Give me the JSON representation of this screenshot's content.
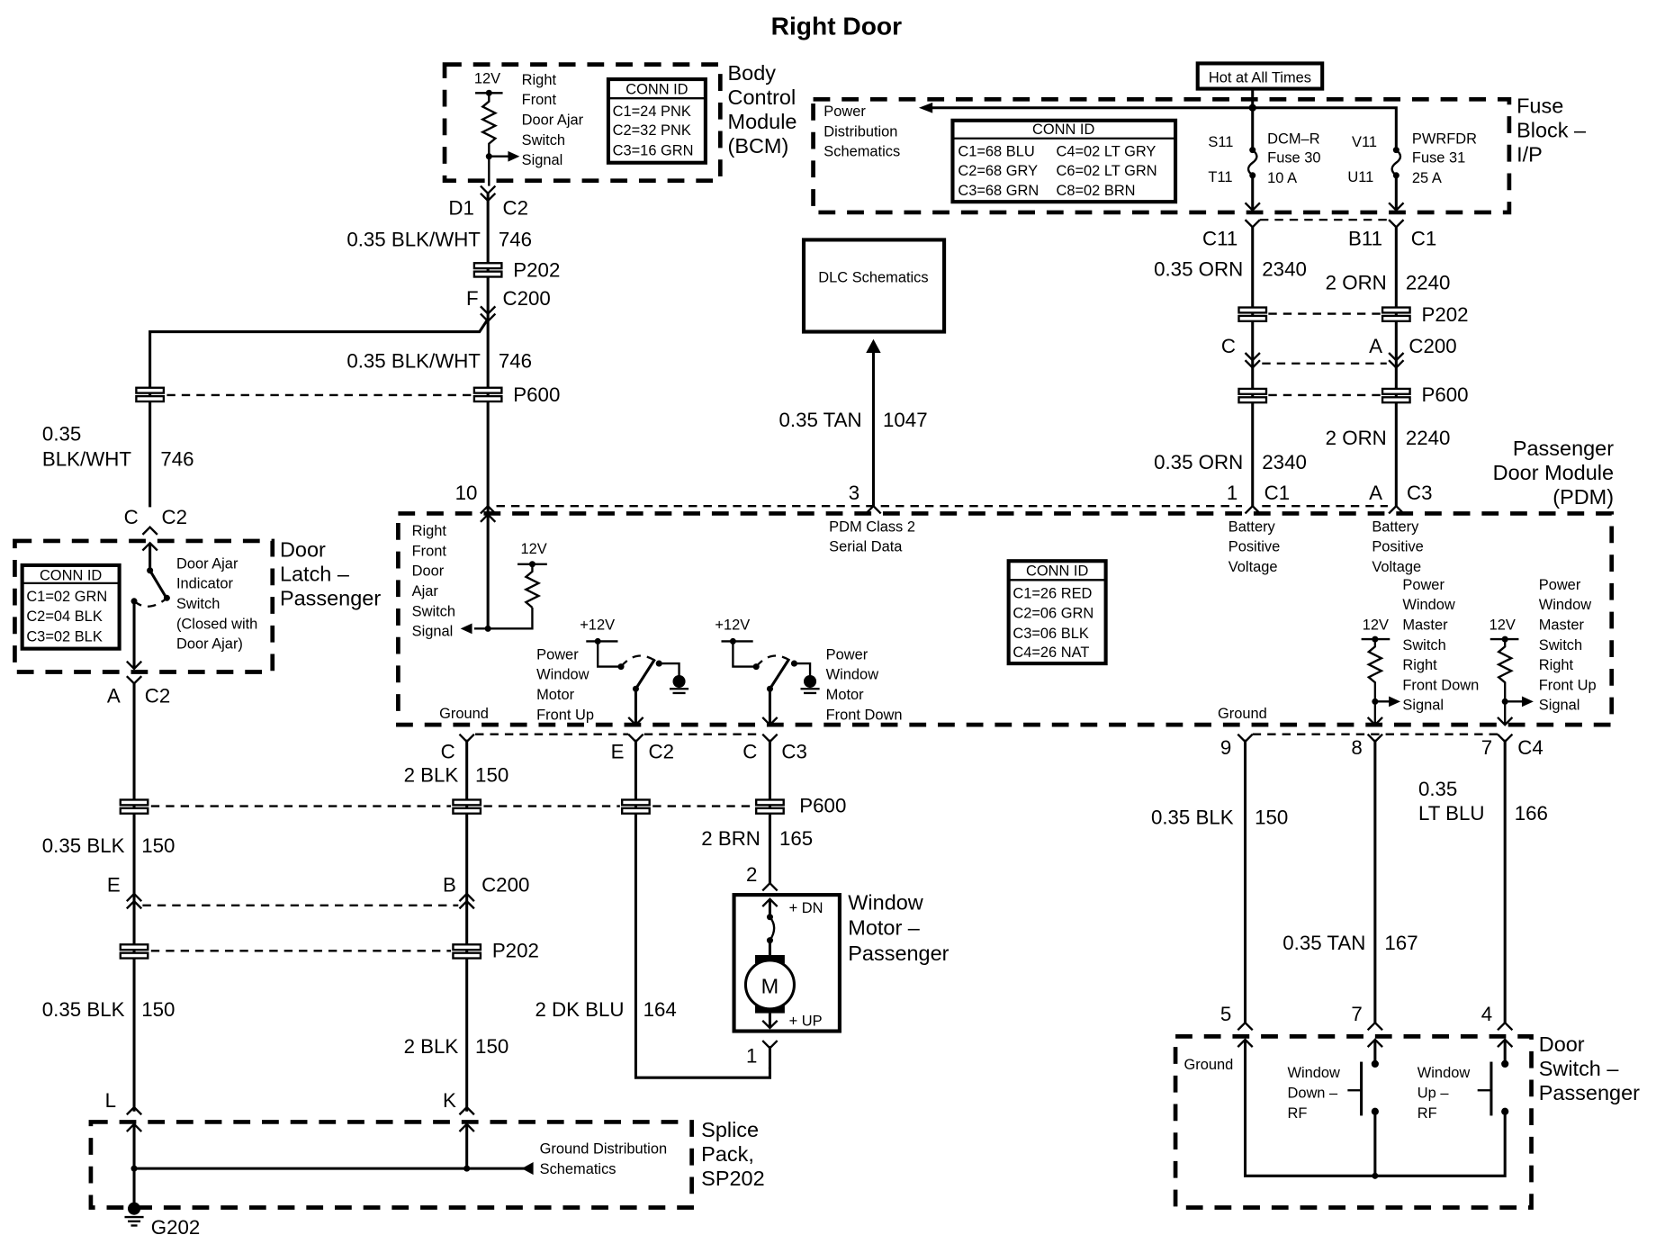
{
  "title": "Right Door",
  "components": {
    "bcm": {
      "label_lines": [
        "Body",
        "Control",
        "Module",
        "(BCM)"
      ],
      "supply": "12V",
      "signal_lines": [
        "Right",
        "Front",
        "Door Ajar",
        "Switch",
        "Signal"
      ],
      "conn_id": {
        "header": "CONN ID",
        "rows": [
          "C1=24 PNK",
          "C2=32 PNK",
          "C3=16 GRN"
        ]
      }
    },
    "fuse_block": {
      "label_lines": [
        "Fuse",
        "Block –",
        "I/P"
      ],
      "hot_label": "Hot at All Times",
      "power_dist_lines": [
        "Power",
        "Distribution",
        "Schematics"
      ],
      "conn_id": {
        "header": "CONN ID",
        "rows_left": [
          "C1=68 BLU",
          "C2=68 GRY",
          "C3=68 GRN"
        ],
        "rows_right": [
          "C4=02 LT GRY",
          "C6=02 LT GRN",
          "C8=02 BRN"
        ]
      },
      "fuse1": {
        "pin_in": "S11",
        "pin_out": "T11",
        "lines": [
          "DCM–R",
          "Fuse 30",
          "10 A"
        ]
      },
      "fuse2": {
        "pin_in": "V11",
        "pin_out": "U11",
        "lines": [
          "PWRFDR",
          "Fuse 31",
          "25 A"
        ]
      }
    },
    "dlc": {
      "label": "DLC Schematics"
    },
    "door_latch": {
      "label_lines": [
        "Door",
        "Latch –",
        "Passenger"
      ],
      "switch_lines": [
        "Door Ajar",
        "Indicator",
        "Switch",
        "(Closed with",
        "Door Ajar)"
      ],
      "conn_id": {
        "header": "CONN ID",
        "rows": [
          "C1=02 GRN",
          "C2=04 BLK",
          "C3=02 BLK"
        ]
      }
    },
    "pdm": {
      "label_lines": [
        "Passenger",
        "Door Module",
        "(PDM)"
      ],
      "door_ajar_lines": [
        "Right",
        "Front",
        "Door",
        "Ajar",
        "Switch",
        "Signal"
      ],
      "supply_12v": "12V",
      "plus12v": "+12V",
      "serial_lines": [
        "PDM Class 2",
        "Serial Data"
      ],
      "batt1_lines": [
        "Battery",
        "Positive",
        "Voltage"
      ],
      "batt2_lines": [
        "Battery",
        "Positive",
        "Voltage"
      ],
      "motor_up_lines": [
        "Power",
        "Window",
        "Motor",
        "Front Up"
      ],
      "motor_down_lines": [
        "Power",
        "Window",
        "Motor",
        "Front Down"
      ],
      "master_down_lines": [
        "Power",
        "Window",
        "Master",
        "Switch",
        "Right",
        "Front Down",
        "Signal"
      ],
      "master_up_lines": [
        "Power",
        "Window",
        "Master",
        "Switch",
        "Right",
        "Front Up",
        "Signal"
      ],
      "ground_left": "Ground",
      "ground_right": "Ground",
      "conn_id": {
        "header": "CONN ID",
        "rows": [
          "C1=26 RED",
          "C2=06 GRN",
          "C3=06 BLK",
          "C4=26 NAT"
        ]
      }
    },
    "window_motor": {
      "label_lines": [
        "Window",
        "Motor –",
        "Passenger"
      ],
      "dn": "+ DN",
      "up": "+ UP",
      "motor": "M",
      "pin_top": "2",
      "pin_bottom": "1"
    },
    "door_switch": {
      "label_lines": [
        "Door",
        "Switch –",
        "Passenger"
      ],
      "ground": "Ground",
      "down_lines": [
        "Window",
        "Down –",
        "RF"
      ],
      "up_lines": [
        "Window",
        "Up –",
        "RF"
      ],
      "pins": [
        "5",
        "7",
        "4"
      ]
    },
    "splice_pack": {
      "label_lines": [
        "Splice",
        "Pack,",
        "SP202"
      ],
      "ground_dist_lines": [
        "Ground Distribution",
        "Schematics"
      ],
      "ground": "G202",
      "pin_left": "L",
      "pin_right": "K"
    }
  },
  "wires": {
    "bcm_out": {
      "pin": "D1",
      "conn": "C2",
      "gauge": "0.35 BLK/WHT",
      "circuit": "746"
    },
    "p202_a": "P202",
    "c200_f": {
      "pin": "F",
      "conn": "C200"
    },
    "bcm_mid": {
      "gauge": "0.35 BLK/WHT",
      "circuit": "746"
    },
    "p600_a": "P600",
    "latch_in": {
      "gauge_lines": [
        "0.35",
        "BLK/WHT"
      ],
      "circuit": "746",
      "pin": "C",
      "conn": "C2"
    },
    "pdm_10": "10",
    "tan_1047": {
      "gauge": "0.35 TAN",
      "circuit": "1047",
      "pin": "3"
    },
    "orn_2340_top": {
      "pin": "C11",
      "gauge": "0.35 ORN",
      "circuit": "2340"
    },
    "orn_2240_top": {
      "pin": "B11",
      "conn": "C1",
      "gauge": "2 ORN",
      "circuit": "2240"
    },
    "p202_b": "P202",
    "c200_right": {
      "pin_left": "C",
      "pin_right": "A",
      "conn": "C200"
    },
    "p600_b": "P600",
    "orn_2240_low": {
      "gauge": "2 ORN",
      "circuit": "2240",
      "pin": "A",
      "conn": "C3"
    },
    "orn_2340_low": {
      "gauge": "0.35 ORN",
      "circuit": "2340",
      "pin": "1",
      "conn": "C1"
    },
    "latch_out": {
      "pin": "A",
      "conn": "C2",
      "gauge": "0.35 BLK",
      "circuit": "150"
    },
    "pdm_ground": {
      "pin": "C",
      "gauge": "2 BLK",
      "circuit": "150"
    },
    "motor_up": {
      "pin": "E",
      "conn": "C2",
      "gauge": "2 DK BLU",
      "circuit": "164"
    },
    "motor_dn": {
      "pin": "C",
      "conn": "C3",
      "gauge": "2 BRN",
      "circuit": "165"
    },
    "p600_c": "P600",
    "c200_low": {
      "pin_left": "E",
      "pin_right": "B",
      "conn": "C200"
    },
    "p202_c": "P202",
    "gnd_left_low": {
      "gauge": "0.35 BLK",
      "circuit": "150"
    },
    "gnd_right_low": {
      "gauge": "2 BLK",
      "circuit": "150"
    },
    "pdm_right": {
      "pin9": "9",
      "pin8": "8",
      "pin7": "7",
      "conn": "C4",
      "blk": {
        "gauge": "0.35 BLK",
        "circuit": "150"
      },
      "tan": {
        "gauge": "0.35 TAN",
        "circuit": "167"
      },
      "ltblu": {
        "gauge_lines": [
          "0.35",
          "LT BLU"
        ],
        "circuit": "166"
      }
    }
  }
}
